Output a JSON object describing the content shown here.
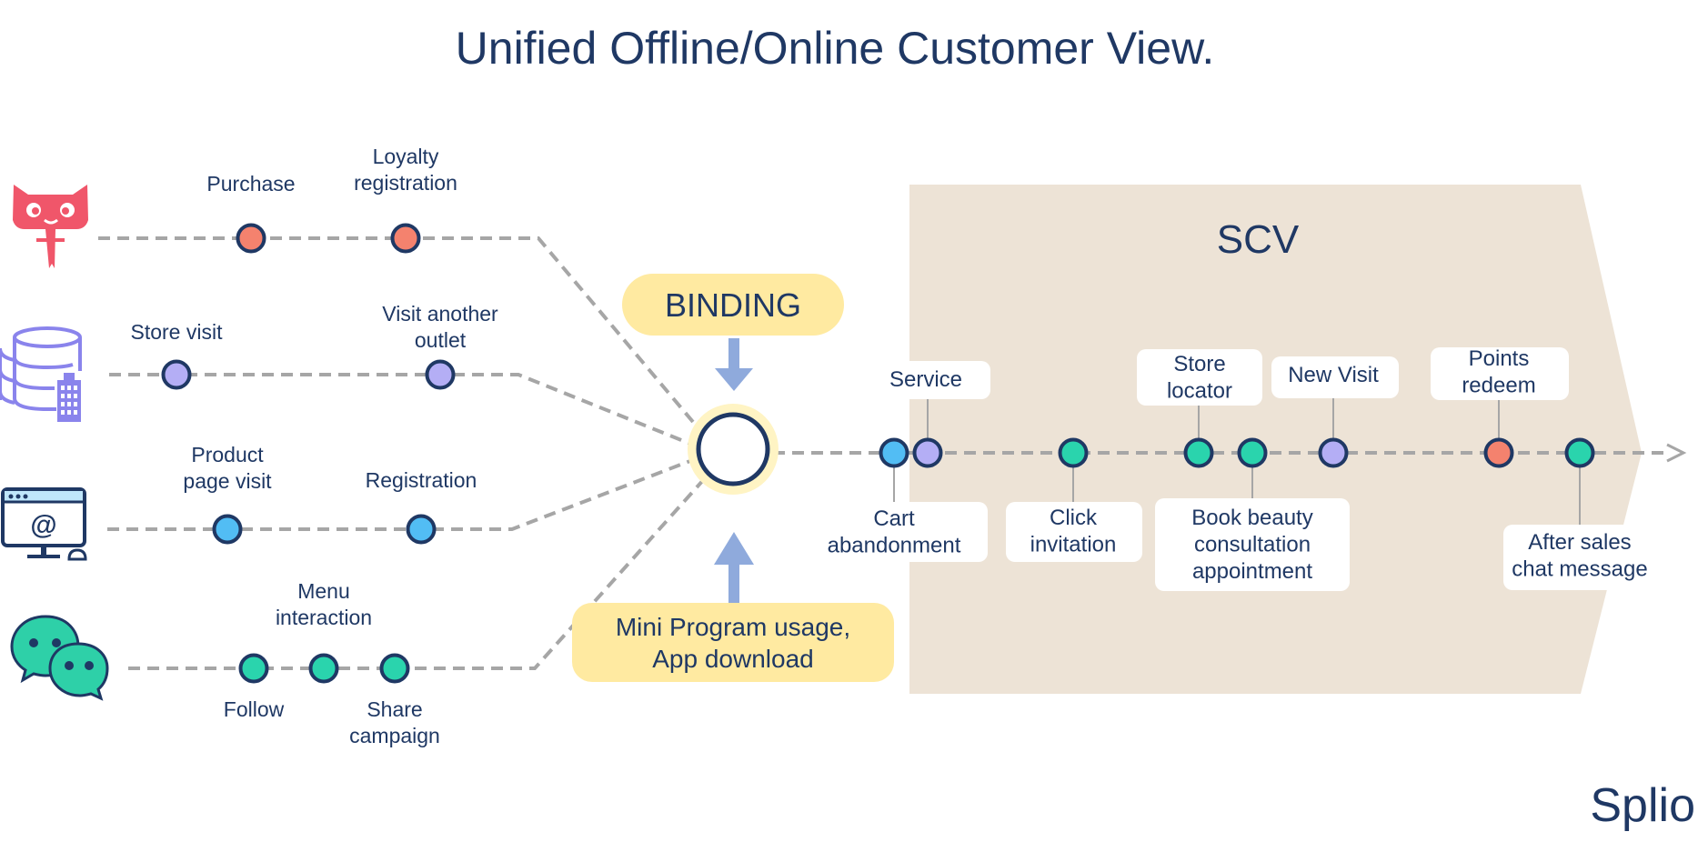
{
  "title": "Unified Offline/Online Customer View.",
  "colors": {
    "navy": "#1f3864",
    "dashed_line": "#a6a6a6",
    "scv_band": "#ede3d6",
    "binding_fill": "#ffeaa1",
    "center_glow": "#fff4c4",
    "arrow_blue": "#8faadc",
    "red_dot": "#f4826e",
    "lavender_dot": "#b4aef5",
    "blue_dot": "#52bdf4",
    "teal_dot": "#2ad4ad",
    "tmall": "#f0566a",
    "db_icon": "#8a84ec",
    "wechat": "#2ed0a8"
  },
  "channels": [
    {
      "icon": "tmall-cat-icon",
      "dot_color": "red_dot",
      "events": [
        {
          "label": "Purchase"
        },
        {
          "label": "Loyalty\nregistration"
        }
      ]
    },
    {
      "icon": "database-store-icon",
      "dot_color": "lavender_dot",
      "events": [
        {
          "label": "Store visit"
        },
        {
          "label": "Visit another\noutlet"
        }
      ]
    },
    {
      "icon": "web-email-icon",
      "dot_color": "blue_dot",
      "events": [
        {
          "label": "Product\npage visit"
        },
        {
          "label": "Registration"
        }
      ]
    },
    {
      "icon": "wechat-chat-icon",
      "dot_color": "teal_dot",
      "events": [
        {
          "label": "Follow"
        },
        {
          "label": "Menu\ninteraction"
        },
        {
          "label": "Share\ncampaign"
        }
      ]
    }
  ],
  "binding": {
    "label": "BINDING"
  },
  "mini_program": {
    "label": "Mini Program usage,\nApp download"
  },
  "scv": {
    "label": "SCV",
    "events": [
      {
        "label": "Cart\nabandonment",
        "color": "blue_dot"
      },
      {
        "label": "Service",
        "color": "lavender_dot"
      },
      {
        "label": "Click\ninvitation",
        "color": "teal_dot"
      },
      {
        "label": "Store\nlocator",
        "color": "teal_dot"
      },
      {
        "label": "Book beauty\nconsultation\nappointment",
        "color": "teal_dot"
      },
      {
        "label": "New Visit",
        "color": "lavender_dot"
      },
      {
        "label": "Points\nredeem",
        "color": "red_dot"
      },
      {
        "label": "After sales\nchat message",
        "color": "teal_dot"
      }
    ]
  },
  "brand": {
    "logo_text": "Splio"
  }
}
